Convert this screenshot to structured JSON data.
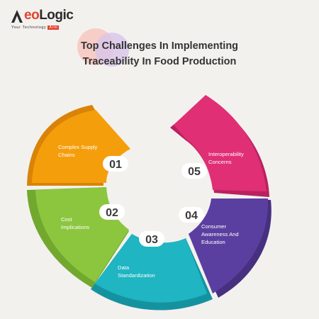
{
  "brand": {
    "name_prefix": "A",
    "name_accent": "eo",
    "name_suffix": "Logic",
    "tagline": "Your Technology",
    "tagline_badge": "Arm"
  },
  "title": {
    "line1": "Top Challenges In Implementing",
    "line2": "Traceability In Food Production"
  },
  "segments": [
    {
      "number": "01",
      "label_line1": "Complex Supply",
      "label_line2": "Chains",
      "color": "#f59e0b",
      "shade": "#d98308"
    },
    {
      "number": "02",
      "label_line1": "Cost",
      "label_line2": "Implications",
      "color": "#8cc63f",
      "shade": "#72a82e"
    },
    {
      "number": "03",
      "label_line1": "Data",
      "label_line2": "Standardization",
      "color": "#1fb5c2",
      "shade": "#1592a0"
    },
    {
      "number": "04",
      "label_line1": "Consumer",
      "label_line2": "Awareness And",
      "label_line3": "Education",
      "color": "#5b3fa0",
      "shade": "#47307f"
    },
    {
      "number": "05",
      "label_line1": "Interoperability",
      "label_line2": "Concerns",
      "color": "#e02f74",
      "shade": "#b92160"
    }
  ],
  "colors": {
    "background": "#f3f1ee",
    "number_fill": "#ffffff",
    "number_text": "#3a3a3a",
    "accent": "#e5402f"
  }
}
